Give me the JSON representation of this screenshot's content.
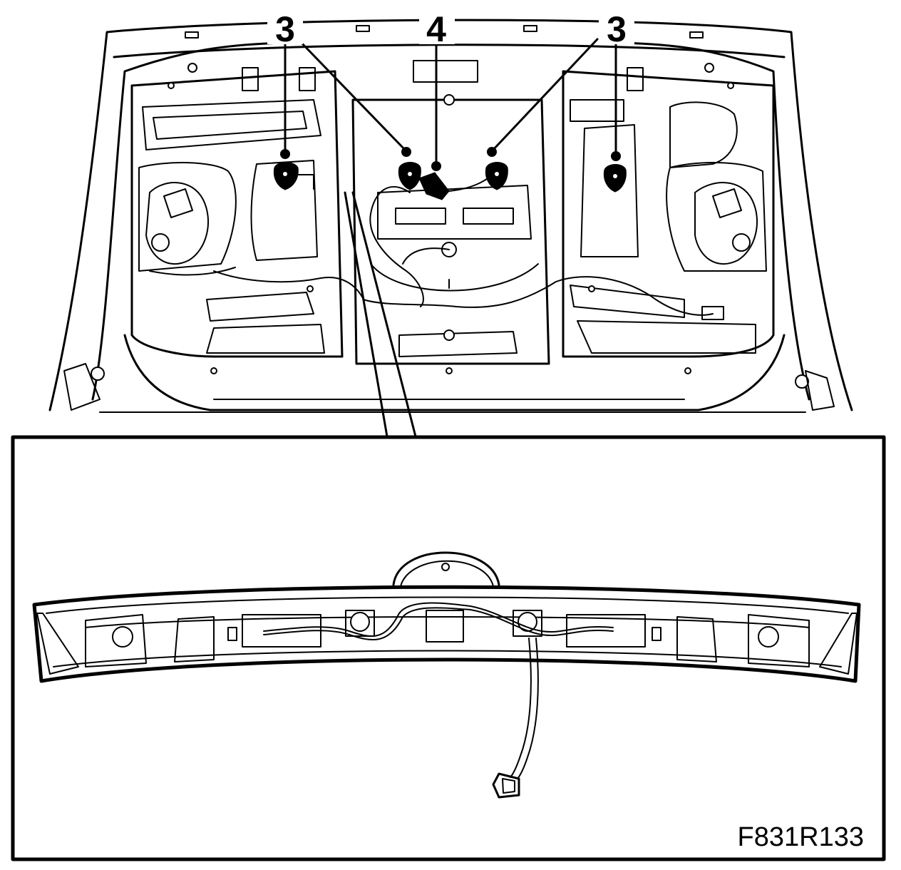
{
  "callouts": [
    {
      "id": "fastener-left-outer",
      "label": "3"
    },
    {
      "id": "connector-center",
      "label": "4"
    },
    {
      "id": "fastener-right-outer",
      "label": "3"
    }
  ],
  "figure_code": "F831R133",
  "colors": {
    "line": "#000000",
    "background": "#ffffff"
  }
}
